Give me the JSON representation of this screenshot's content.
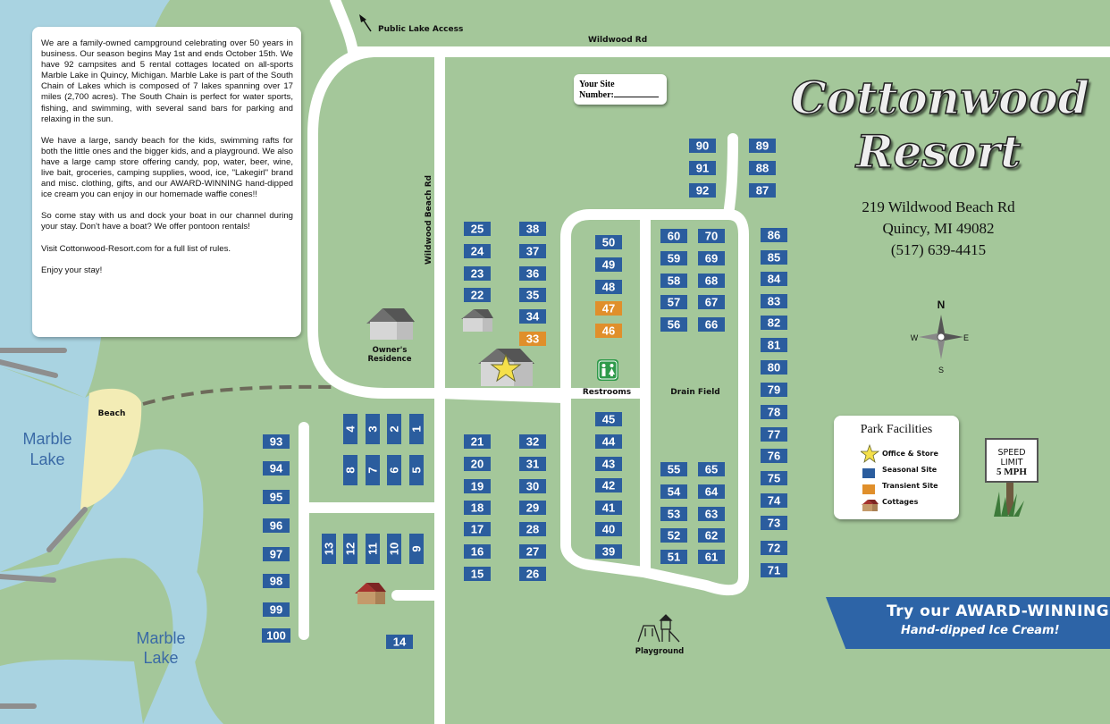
{
  "colors": {
    "water": "#a9d3e1",
    "grass": "#a4c79a",
    "road": "#ffffff",
    "seasonal": "#2b5d9e",
    "transient": "#e08f2b",
    "banner": "#2d64a7",
    "beach": "#f3ecb5"
  },
  "title": {
    "line1": "Cottonwood",
    "line2": "Resort"
  },
  "address": {
    "street": "219 Wildwood Beach Rd",
    "city": "Quincy, MI 49082",
    "phone": "(517) 639-4415"
  },
  "info": {
    "p1": "We are a family-owned campground celebrating over 50 years in business. Our season begins May 1st and ends October 15th. We have 92 campsites and 5 rental cottages located on all-sports Marble Lake in Quincy, Michigan. Marble Lake is part of the South Chain of Lakes which is composed of 7 lakes spanning over 17 miles (2,700 acres). The South Chain is perfect for water sports, fishing, and swimming, with several sand bars for parking and relaxing in the sun.",
    "p2": "We have a large, sandy beach for the kids, swimming rafts for both the little ones and the bigger kids, and a playground. We also have a large camp store offering candy, pop, water, beer, wine, live bait, groceries, camping supplies, wood, ice, \"Lakegirl\" brand and misc. clothing, gifts, and our AWARD-WINNING hand-dipped ice cream you can enjoy in our homemade waffle cones!!",
    "p3": "So come stay with us and dock your boat in our channel during your stay. Don't have a boat? We offer pontoon rentals!",
    "p4": "Visit Cottonwood-Resort.com for a full list of rules.",
    "p5": "Enjoy your stay!"
  },
  "site_number_box": {
    "line1": "Your Site",
    "line2": "Number:"
  },
  "labels": {
    "public_lake_access": "Public Lake Access",
    "wildwood_rd": "Wildwood Rd",
    "wildwood_beach_rd": "Wildwood Beach Rd",
    "owners_residence_1": "Owner's",
    "owners_residence_2": "Residence",
    "beach": "Beach",
    "restrooms": "Restrooms",
    "drain_field": "Drain Field",
    "playground": "Playground",
    "lake_upper_1": "Marble",
    "lake_upper_2": "Lake",
    "lake_lower_1": "Marble",
    "lake_lower_2": "Lake"
  },
  "compass": {
    "n": "N",
    "s": "S",
    "e": "E",
    "w": "W"
  },
  "facilities": {
    "title": "Park Facilities",
    "office": "Office & Store",
    "seasonal": "Seasonal Site",
    "transient": "Transient Site",
    "cottages": "Cottages"
  },
  "speed_sign": {
    "line1": "SPEED",
    "line2": "LIMIT",
    "line3": "5 MPH"
  },
  "banner": {
    "line1": "Try our AWARD-WINNING",
    "line2": "Hand-dipped Ice Cream!"
  },
  "sites": [
    {
      "n": "1",
      "type": "seasonal"
    },
    {
      "n": "2",
      "type": "seasonal"
    },
    {
      "n": "3",
      "type": "seasonal"
    },
    {
      "n": "4",
      "type": "seasonal"
    },
    {
      "n": "5",
      "type": "seasonal"
    },
    {
      "n": "6",
      "type": "seasonal"
    },
    {
      "n": "7",
      "type": "seasonal"
    },
    {
      "n": "8",
      "type": "seasonal"
    },
    {
      "n": "9",
      "type": "seasonal"
    },
    {
      "n": "10",
      "type": "seasonal"
    },
    {
      "n": "11",
      "type": "seasonal"
    },
    {
      "n": "12",
      "type": "seasonal"
    },
    {
      "n": "13",
      "type": "seasonal"
    },
    {
      "n": "14",
      "type": "seasonal"
    },
    {
      "n": "15",
      "type": "seasonal"
    },
    {
      "n": "16",
      "type": "seasonal"
    },
    {
      "n": "17",
      "type": "seasonal"
    },
    {
      "n": "18",
      "type": "seasonal"
    },
    {
      "n": "19",
      "type": "seasonal"
    },
    {
      "n": "20",
      "type": "seasonal"
    },
    {
      "n": "21",
      "type": "seasonal"
    },
    {
      "n": "22",
      "type": "seasonal"
    },
    {
      "n": "23",
      "type": "seasonal"
    },
    {
      "n": "24",
      "type": "seasonal"
    },
    {
      "n": "25",
      "type": "seasonal"
    },
    {
      "n": "26",
      "type": "seasonal"
    },
    {
      "n": "27",
      "type": "seasonal"
    },
    {
      "n": "28",
      "type": "seasonal"
    },
    {
      "n": "29",
      "type": "seasonal"
    },
    {
      "n": "30",
      "type": "seasonal"
    },
    {
      "n": "31",
      "type": "seasonal"
    },
    {
      "n": "32",
      "type": "seasonal"
    },
    {
      "n": "33",
      "type": "transient"
    },
    {
      "n": "34",
      "type": "seasonal"
    },
    {
      "n": "35",
      "type": "seasonal"
    },
    {
      "n": "36",
      "type": "seasonal"
    },
    {
      "n": "37",
      "type": "seasonal"
    },
    {
      "n": "38",
      "type": "seasonal"
    },
    {
      "n": "39",
      "type": "seasonal"
    },
    {
      "n": "40",
      "type": "seasonal"
    },
    {
      "n": "41",
      "type": "seasonal"
    },
    {
      "n": "42",
      "type": "seasonal"
    },
    {
      "n": "43",
      "type": "seasonal"
    },
    {
      "n": "44",
      "type": "seasonal"
    },
    {
      "n": "45",
      "type": "seasonal"
    },
    {
      "n": "46",
      "type": "transient"
    },
    {
      "n": "47",
      "type": "transient"
    },
    {
      "n": "48",
      "type": "seasonal"
    },
    {
      "n": "49",
      "type": "seasonal"
    },
    {
      "n": "50",
      "type": "seasonal"
    },
    {
      "n": "51",
      "type": "seasonal"
    },
    {
      "n": "52",
      "type": "seasonal"
    },
    {
      "n": "53",
      "type": "seasonal"
    },
    {
      "n": "54",
      "type": "seasonal"
    },
    {
      "n": "55",
      "type": "seasonal"
    },
    {
      "n": "56",
      "type": "seasonal"
    },
    {
      "n": "57",
      "type": "seasonal"
    },
    {
      "n": "58",
      "type": "seasonal"
    },
    {
      "n": "59",
      "type": "seasonal"
    },
    {
      "n": "60",
      "type": "seasonal"
    },
    {
      "n": "61",
      "type": "seasonal"
    },
    {
      "n": "62",
      "type": "seasonal"
    },
    {
      "n": "63",
      "type": "seasonal"
    },
    {
      "n": "64",
      "type": "seasonal"
    },
    {
      "n": "65",
      "type": "seasonal"
    },
    {
      "n": "66",
      "type": "seasonal"
    },
    {
      "n": "67",
      "type": "seasonal"
    },
    {
      "n": "68",
      "type": "seasonal"
    },
    {
      "n": "69",
      "type": "seasonal"
    },
    {
      "n": "70",
      "type": "seasonal"
    },
    {
      "n": "71",
      "type": "seasonal"
    },
    {
      "n": "72",
      "type": "seasonal"
    },
    {
      "n": "73",
      "type": "seasonal"
    },
    {
      "n": "74",
      "type": "seasonal"
    },
    {
      "n": "75",
      "type": "seasonal"
    },
    {
      "n": "76",
      "type": "seasonal"
    },
    {
      "n": "77",
      "type": "seasonal"
    },
    {
      "n": "78",
      "type": "seasonal"
    },
    {
      "n": "79",
      "type": "seasonal"
    },
    {
      "n": "80",
      "type": "seasonal"
    },
    {
      "n": "81",
      "type": "seasonal"
    },
    {
      "n": "82",
      "type": "seasonal"
    },
    {
      "n": "83",
      "type": "seasonal"
    },
    {
      "n": "84",
      "type": "seasonal"
    },
    {
      "n": "85",
      "type": "seasonal"
    },
    {
      "n": "86",
      "type": "seasonal"
    },
    {
      "n": "87",
      "type": "seasonal"
    },
    {
      "n": "88",
      "type": "seasonal"
    },
    {
      "n": "89",
      "type": "seasonal"
    },
    {
      "n": "90",
      "type": "seasonal"
    },
    {
      "n": "91",
      "type": "seasonal"
    },
    {
      "n": "92",
      "type": "seasonal"
    },
    {
      "n": "93",
      "type": "seasonal"
    },
    {
      "n": "94",
      "type": "seasonal"
    },
    {
      "n": "95",
      "type": "seasonal"
    },
    {
      "n": "96",
      "type": "seasonal"
    },
    {
      "n": "97",
      "type": "seasonal"
    },
    {
      "n": "98",
      "type": "seasonal"
    },
    {
      "n": "99",
      "type": "seasonal"
    },
    {
      "n": "100",
      "type": "seasonal"
    }
  ]
}
